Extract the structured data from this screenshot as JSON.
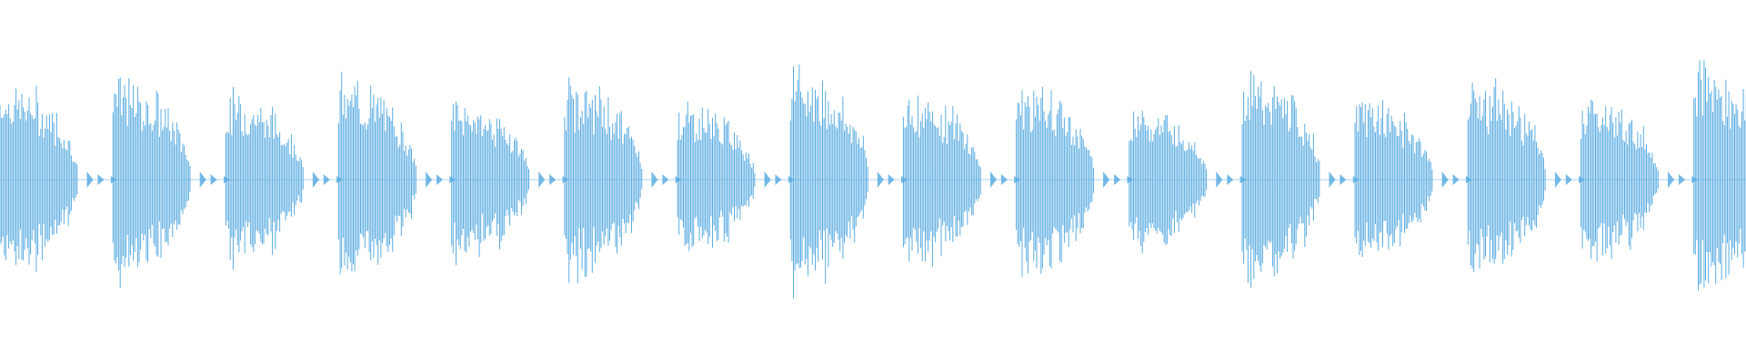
{
  "waveform": {
    "color": "#5dade2",
    "background": "#ffffff",
    "bursts": [
      {
        "start": 0,
        "duration": 0.45,
        "amp": 0.7
      },
      {
        "start": 0.26,
        "duration": 0.45,
        "amp": 0.73
      },
      {
        "start": 0.52,
        "duration": 0.45,
        "amp": 0.62
      },
      {
        "start": 0.78,
        "duration": 0.45,
        "amp": 0.72
      },
      {
        "start": 1.04,
        "duration": 0.45,
        "amp": 0.57
      },
      {
        "start": 1.3,
        "duration": 0.45,
        "amp": 0.7
      },
      {
        "start": 1.56,
        "duration": 0.45,
        "amp": 0.55
      },
      {
        "start": 1.82,
        "duration": 0.45,
        "amp": 0.78
      },
      {
        "start": 2.08,
        "duration": 0.45,
        "amp": 0.63
      },
      {
        "start": 2.34,
        "duration": 0.45,
        "amp": 0.69
      },
      {
        "start": 2.6,
        "duration": 0.45,
        "amp": 0.55
      },
      {
        "start": 2.86,
        "duration": 0.45,
        "amp": 0.76
      },
      {
        "start": 3.12,
        "duration": 0.45,
        "amp": 0.59
      },
      {
        "start": 3.38,
        "duration": 0.45,
        "amp": 0.71
      },
      {
        "start": 3.64,
        "duration": 0.45,
        "amp": 0.6
      },
      {
        "start": 3.9,
        "duration": 0.45,
        "amp": 0.84
      }
    ],
    "total_time": 4.02
  }
}
